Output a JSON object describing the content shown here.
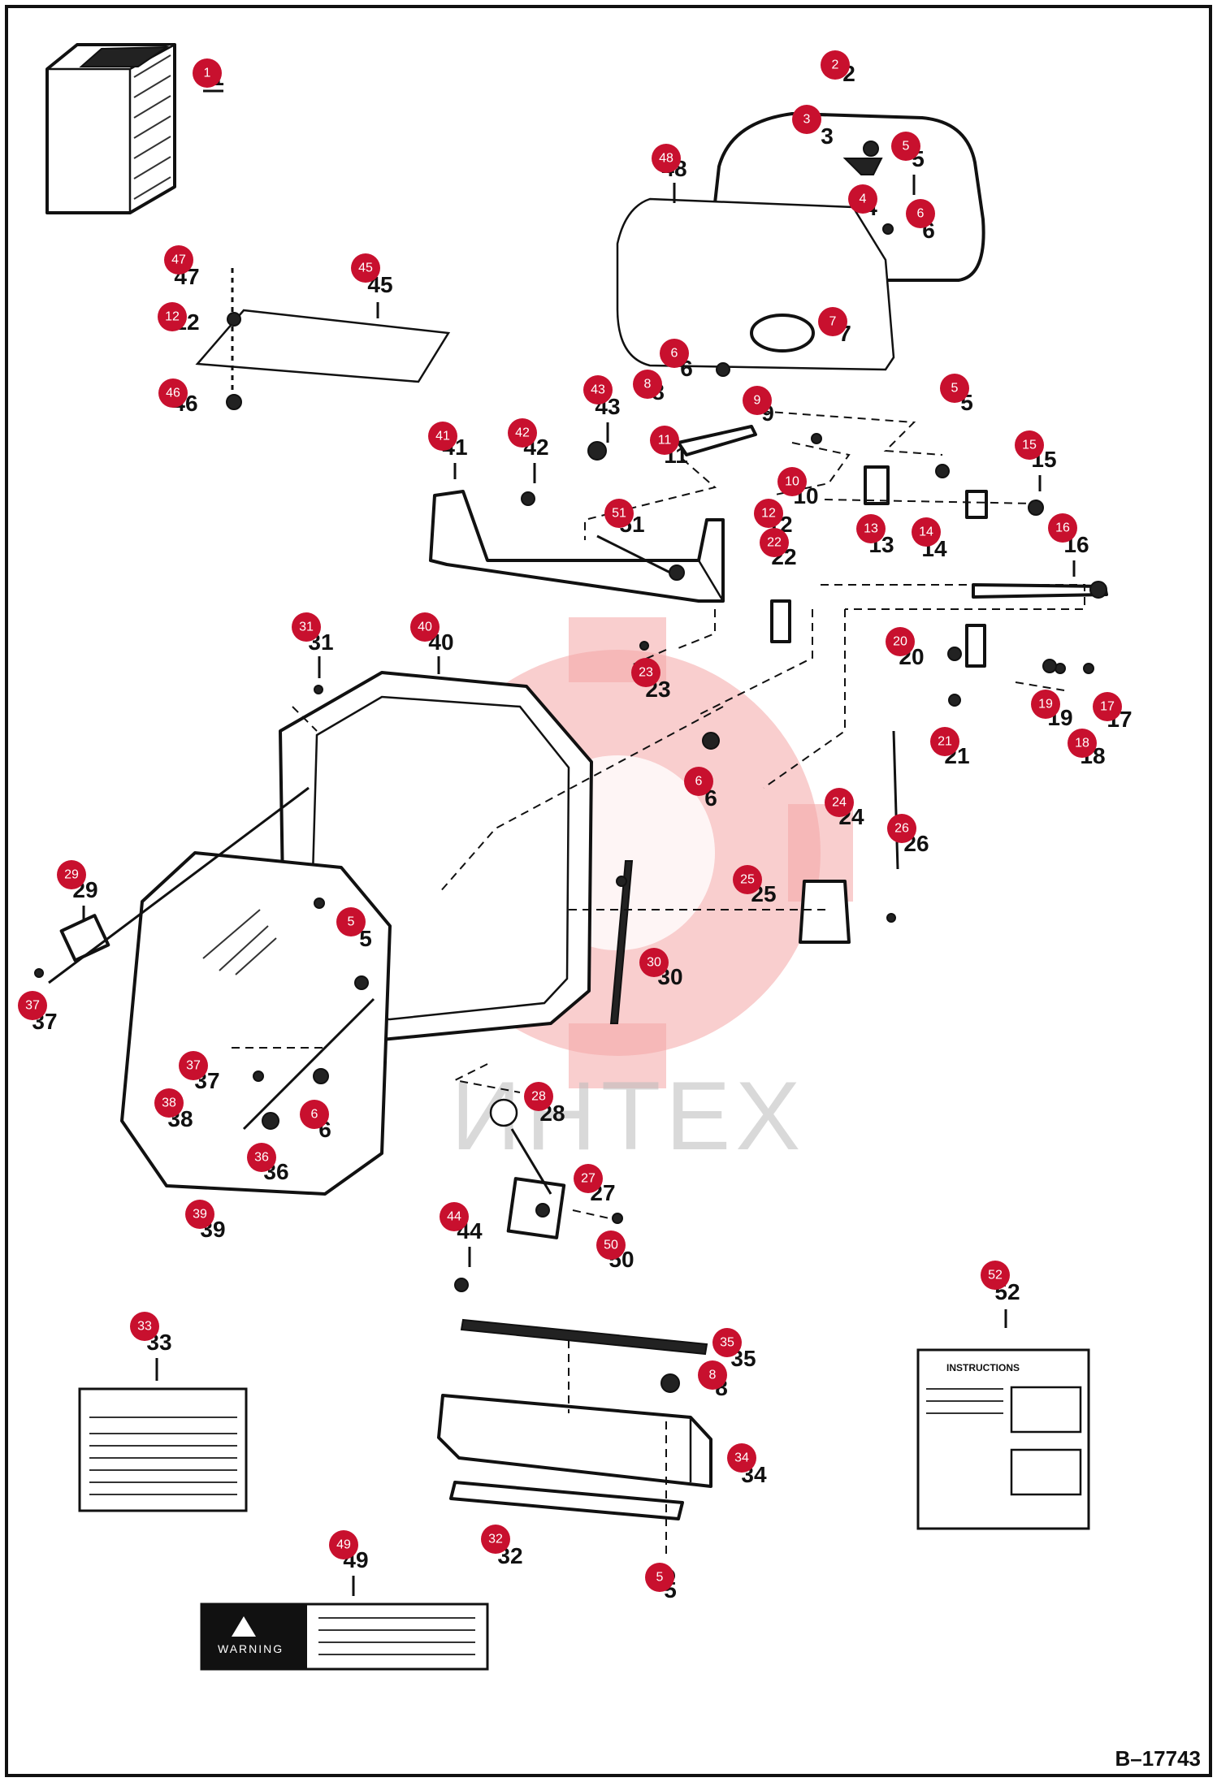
{
  "figure_ref": "B–17743",
  "watermark_text": "ИНТЕХ",
  "warning_label": "WARNING",
  "instructions_label": "INSTRUCTIONS",
  "callouts": [
    {
      "id": "c1",
      "num": "1"
    },
    {
      "id": "c2",
      "num": "2"
    },
    {
      "id": "c3",
      "num": "3"
    },
    {
      "id": "c4",
      "num": "4"
    },
    {
      "id": "c5a",
      "num": "5"
    },
    {
      "id": "c6a",
      "num": "6"
    },
    {
      "id": "c7",
      "num": "7"
    },
    {
      "id": "c48",
      "num": "48"
    },
    {
      "id": "c6b",
      "num": "6"
    },
    {
      "id": "c8a",
      "num": "8"
    },
    {
      "id": "c47",
      "num": "47"
    },
    {
      "id": "c45",
      "num": "45"
    },
    {
      "id": "c12a",
      "num": "12"
    },
    {
      "id": "c46",
      "num": "46"
    },
    {
      "id": "c43",
      "num": "43"
    },
    {
      "id": "c9",
      "num": "9"
    },
    {
      "id": "c5b",
      "num": "5"
    },
    {
      "id": "c41",
      "num": "41"
    },
    {
      "id": "c42",
      "num": "42"
    },
    {
      "id": "c11",
      "num": "11"
    },
    {
      "id": "c10",
      "num": "10"
    },
    {
      "id": "c15",
      "num": "15"
    },
    {
      "id": "c51",
      "num": "51"
    },
    {
      "id": "c12b",
      "num": "12"
    },
    {
      "id": "c22",
      "num": "22"
    },
    {
      "id": "c13",
      "num": "13"
    },
    {
      "id": "c14",
      "num": "14"
    },
    {
      "id": "c16",
      "num": "16"
    },
    {
      "id": "c31",
      "num": "31"
    },
    {
      "id": "c40",
      "num": "40"
    },
    {
      "id": "c20",
      "num": "20"
    },
    {
      "id": "c23",
      "num": "23"
    },
    {
      "id": "c19",
      "num": "19"
    },
    {
      "id": "c17",
      "num": "17"
    },
    {
      "id": "c18",
      "num": "18"
    },
    {
      "id": "c21",
      "num": "21"
    },
    {
      "id": "c6c",
      "num": "6"
    },
    {
      "id": "c24",
      "num": "24"
    },
    {
      "id": "c26",
      "num": "26"
    },
    {
      "id": "c25",
      "num": "25"
    },
    {
      "id": "c29",
      "num": "29"
    },
    {
      "id": "c5c",
      "num": "5"
    },
    {
      "id": "c30",
      "num": "30"
    },
    {
      "id": "c37a",
      "num": "37"
    },
    {
      "id": "c37b",
      "num": "37"
    },
    {
      "id": "c38",
      "num": "38"
    },
    {
      "id": "c6d",
      "num": "6"
    },
    {
      "id": "c28",
      "num": "28"
    },
    {
      "id": "c36",
      "num": "36"
    },
    {
      "id": "c27",
      "num": "27"
    },
    {
      "id": "c39",
      "num": "39"
    },
    {
      "id": "c44",
      "num": "44"
    },
    {
      "id": "c50",
      "num": "50"
    },
    {
      "id": "c52",
      "num": "52"
    },
    {
      "id": "c33",
      "num": "33"
    },
    {
      "id": "c35",
      "num": "35"
    },
    {
      "id": "c8b",
      "num": "8"
    },
    {
      "id": "c34",
      "num": "34"
    },
    {
      "id": "c49",
      "num": "49"
    },
    {
      "id": "c32",
      "num": "32"
    },
    {
      "id": "c5d",
      "num": "5"
    }
  ]
}
